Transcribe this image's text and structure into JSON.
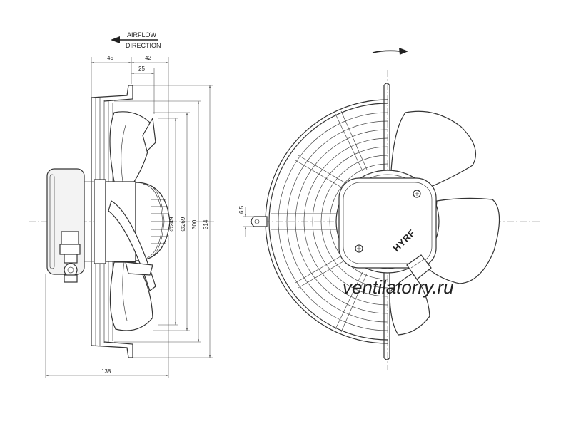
{
  "airflow": {
    "line1": "AIRFLOW",
    "line2": "DIRECTION"
  },
  "dimensions": {
    "d45": "45",
    "d42": "42",
    "d25": "25",
    "d138": "138",
    "d249": "∅249",
    "d269": "∅269",
    "d300": "300",
    "d314": "314",
    "d6_5": "6.5"
  },
  "brand": "HYRF",
  "watermark": "ventilatorry.ru",
  "icons": {
    "airflow_arrow": "left-arrow-icon",
    "rotation_arrow": "right-arrow-icon"
  }
}
